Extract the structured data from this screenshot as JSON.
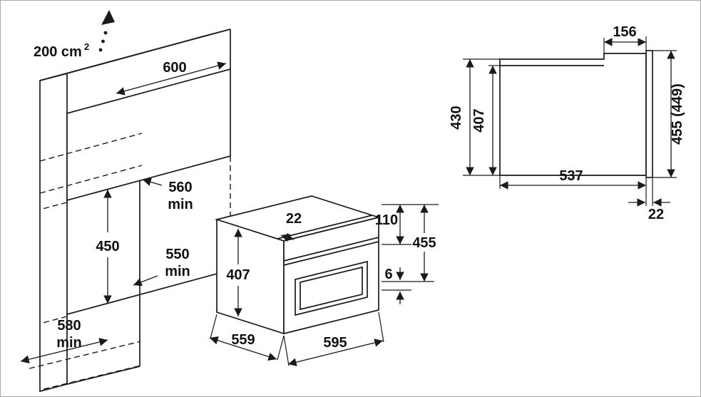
{
  "diagram": {
    "cabinet": {
      "vent_area": "200 cm",
      "vent_area_sup": "2",
      "width_600": "600",
      "depth_560": "560",
      "min_560": "min",
      "depth_550": "550",
      "min_550": "min",
      "height_450": "450",
      "depth_580": "580",
      "min_580": "min"
    },
    "oven": {
      "setback_22": "22",
      "gap_110": "110",
      "height_455": "455",
      "height_407": "407",
      "gap_6": "6",
      "depth_559": "559",
      "width_595": "595"
    },
    "side": {
      "recess_156": "156",
      "height_430": "430",
      "height_407": "407",
      "height_455_449": "455 (449)",
      "depth_537": "537",
      "door_22": "22"
    }
  },
  "colors": {
    "line": "#1a1a1a",
    "background": "#ffffff",
    "border": "#a9a9a9"
  }
}
